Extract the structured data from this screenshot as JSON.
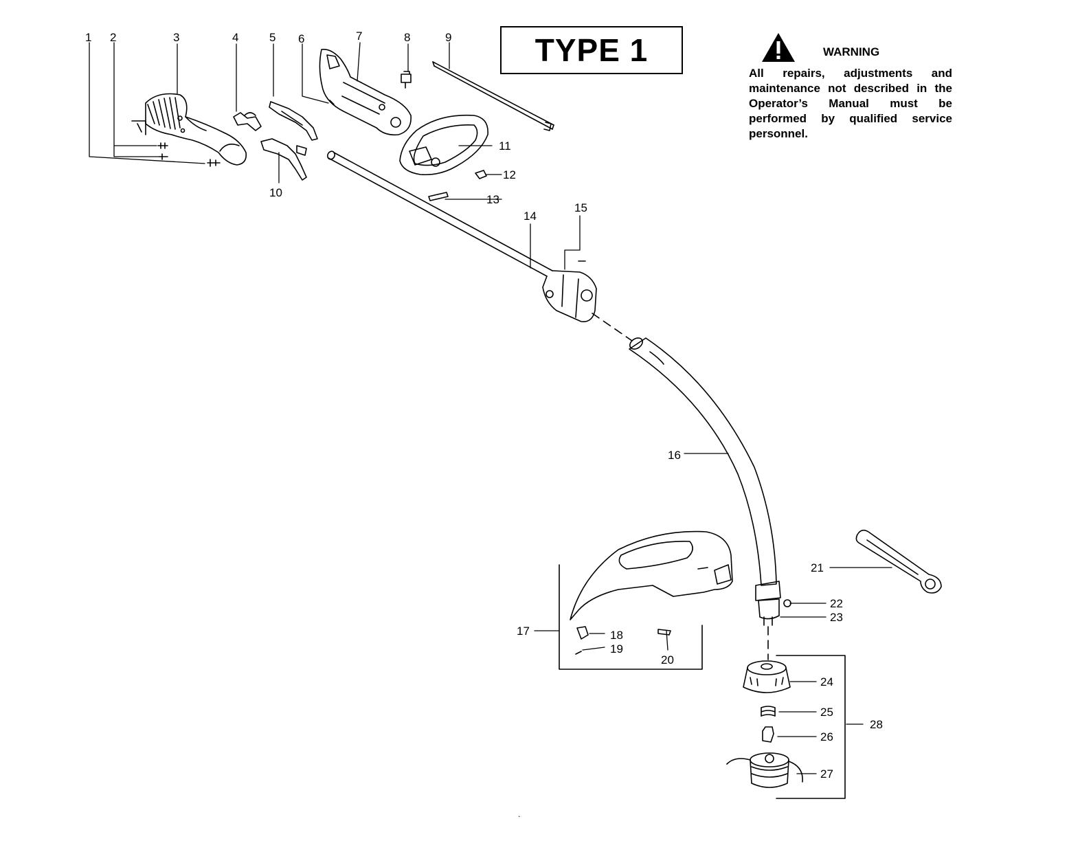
{
  "header": {
    "type_label": "TYPE 1"
  },
  "warning": {
    "title": "WARNING",
    "text": "All repairs, adjustments and maintenance not described in the Operator’s Manual must be performed by qualified service personnel.",
    "icon": "warning-triangle-icon"
  },
  "callouts": [
    "1",
    "2",
    "3",
    "4",
    "5",
    "6",
    "7",
    "8",
    "9",
    "10",
    "11",
    "12",
    "13",
    "14",
    "15",
    "16",
    "17",
    "18",
    "19",
    "20",
    "21",
    "22",
    "23",
    "24",
    "25",
    "26",
    "27",
    "28"
  ],
  "footer": {
    "mark": "."
  }
}
